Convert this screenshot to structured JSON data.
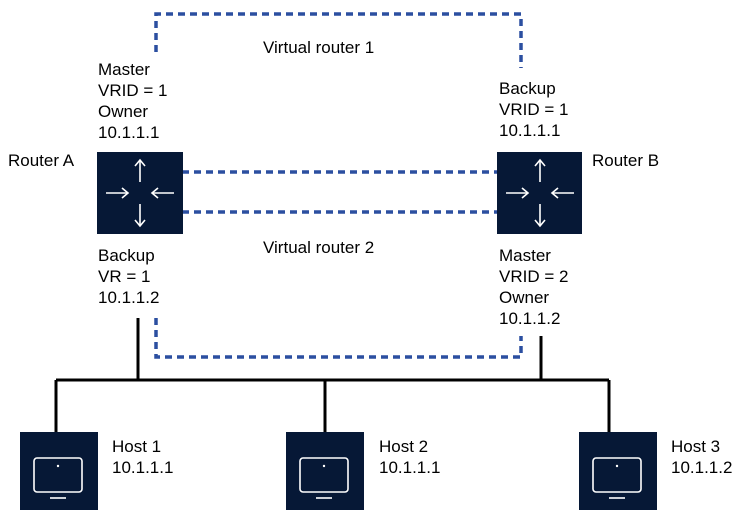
{
  "virtual_routers": {
    "vr1_label": "Virtual router 1",
    "vr2_label": "Virtual router 2"
  },
  "router_a": {
    "name": "Router A",
    "vr1": [
      "Master",
      "VRID = 1",
      "Owner",
      "10.1.1.1"
    ],
    "vr2": [
      "Backup",
      "VR = 1",
      "10.1.1.2"
    ]
  },
  "router_b": {
    "name": "Router B",
    "vr1": [
      "Backup",
      "VRID = 1",
      "10.1.1.1"
    ],
    "vr2": [
      "Master",
      "VRID = 2",
      "Owner",
      "10.1.1.2"
    ]
  },
  "hosts": [
    {
      "name": "Host 1",
      "ip": "10.1.1.1"
    },
    {
      "name": "Host 2",
      "ip": "10.1.1.1"
    },
    {
      "name": "Host 3",
      "ip": "10.1.1.2"
    }
  ],
  "colors": {
    "device_fill": "#061836",
    "dashed_line": "#2b4fa0",
    "wire": "#000000",
    "icon_stroke": "#ffffff"
  }
}
